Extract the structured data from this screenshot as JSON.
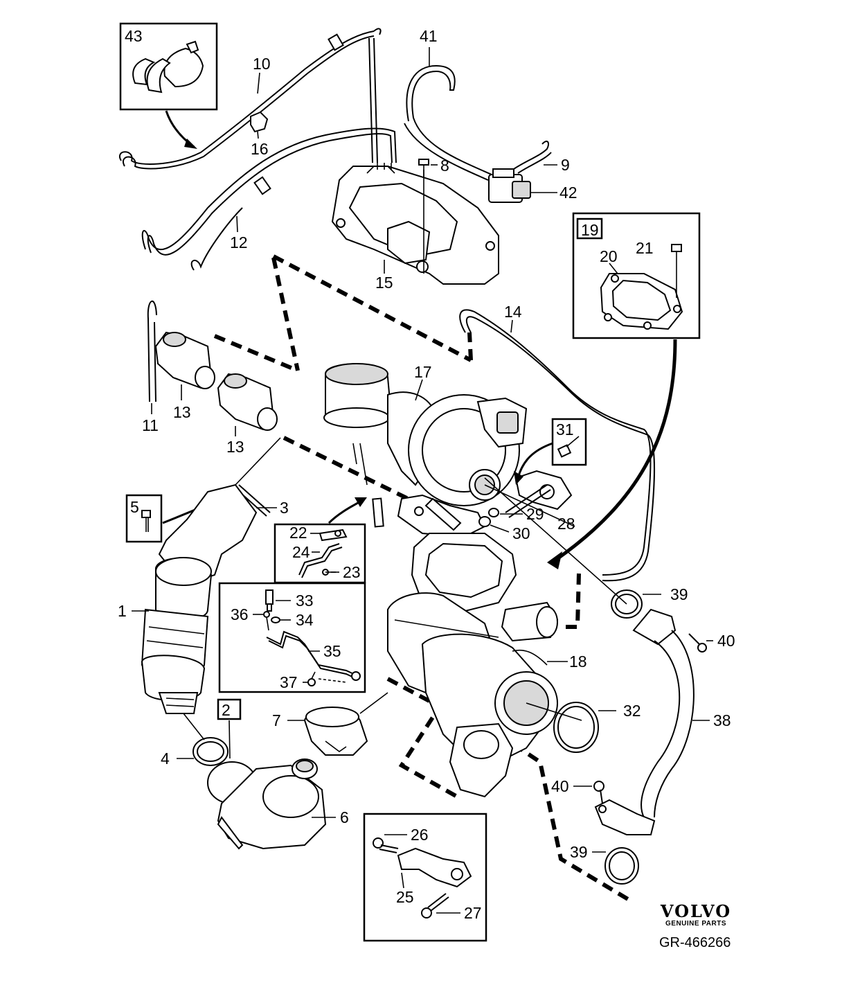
{
  "labels": {
    "l1": "1",
    "l2": "2",
    "l3": "3",
    "l4": "4",
    "l5": "5",
    "l6": "6",
    "l7": "7",
    "l8": "8",
    "l9": "9",
    "l10": "10",
    "l11": "11",
    "l12": "12",
    "l13a": "13",
    "l13b": "13",
    "l14": "14",
    "l15": "15",
    "l16": "16",
    "l17": "17",
    "l18": "18",
    "l19": "19",
    "l20": "20",
    "l21": "21",
    "l22": "22",
    "l23": "23",
    "l24": "24",
    "l25": "25",
    "l26": "26",
    "l27": "27",
    "l28": "28",
    "l29": "29",
    "l30": "30",
    "l31": "31",
    "l32": "32",
    "l33": "33",
    "l34": "34",
    "l35": "35",
    "l36": "36",
    "l37": "37",
    "l38": "38",
    "l39a": "39",
    "l39b": "39",
    "l40a": "40",
    "l40b": "40",
    "l41": "41",
    "l42": "42",
    "l43": "43"
  },
  "brand": {
    "logo": "VOLVO",
    "tagline": "GENUINE PARTS"
  },
  "reference": "GR-466266"
}
